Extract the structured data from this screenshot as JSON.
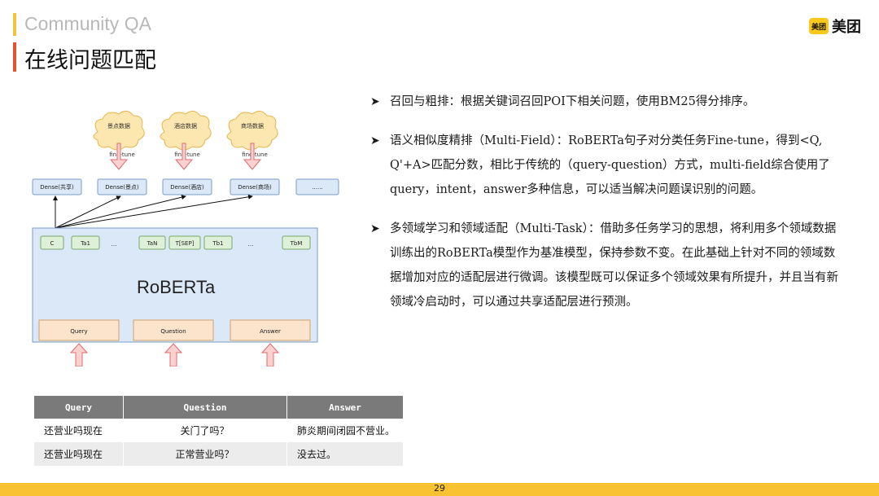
{
  "header": {
    "subtitle": "Community QA",
    "title": "在线问题匹配",
    "logo_badge": "美团",
    "logo_text": "美团"
  },
  "diagram": {
    "clouds": [
      "景点数据",
      "酒店数据",
      "商场数据"
    ],
    "finetune_label": "fine-tune",
    "dense_boxes": [
      "Dense(共享)",
      "Dense(景点)",
      "Dense(酒店)",
      "Dense(商场)",
      "......"
    ],
    "tokens": [
      "C",
      "Ta1",
      "...",
      "TaN",
      "T[SEP]",
      "Tb1",
      "...",
      "TbM"
    ],
    "model_name": "RoBERTa",
    "inputs": [
      "Query",
      "Question",
      "Answer"
    ]
  },
  "bullets": [
    "召回与粗排：根据关键词召回POI下相关问题，使用BM25得分排序。",
    "语义相似度精排（Multi-Field）：RoBERTa句子对分类任务Fine-tune，得到<Q, Q'+A>匹配分数，相比于传统的（query-question）方式，multi-field综合使用了query，intent，answer多种信息，可以适当解决问题误识别的问题。",
    "多领域学习和领域适配（Multi-Task）：借助多任务学习的思想，将利用多个领域数据训练出的RoBERTa模型作为基准模型，保持参数不变。在此基础上针对不同的领域数据增加对应的适配层进行微调。该模型既可以保证多个领域效果有所提升，并且当有新领域冷启动时，可以通过共享适配层进行预测。"
  ],
  "table": {
    "headers": [
      "Query",
      "Question",
      "Answer"
    ],
    "rows": [
      [
        "还营业吗现在",
        "关门了吗？",
        "肺炎期间闭园不营业。"
      ],
      [
        "还营业吗现在",
        "正常营业吗？",
        "没去过。"
      ]
    ]
  },
  "footer": {
    "page_number": "29"
  },
  "colors": {
    "accent_yellow": "#f3c33b",
    "accent_red": "#e4532f",
    "cloud_fill": "#fde7b0",
    "dense_fill": "#dbe8f7",
    "roberta_fill": "#dbe8f7",
    "token_fill": "#dff0d8",
    "input_fill": "#fbe3cc",
    "arrow_red": "#e88080",
    "footer_yellow": "#f8c233"
  }
}
